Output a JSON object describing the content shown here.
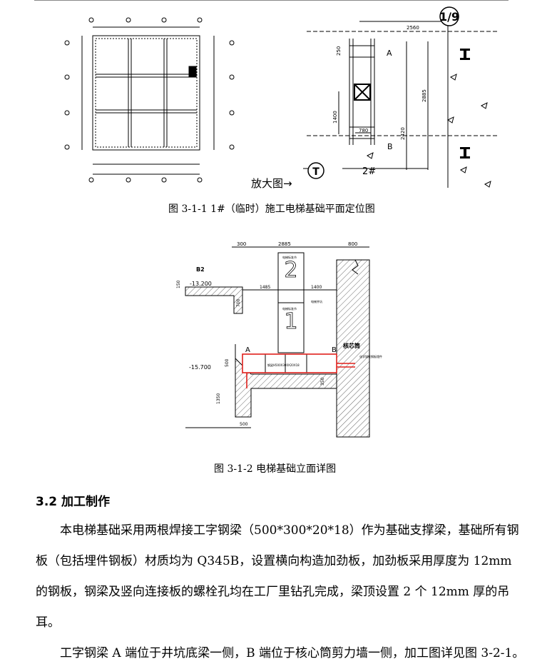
{
  "figure1": {
    "caption": "图 3-1-1 1#（临时）施工电梯基础平面定位图",
    "grid_label": "1/9",
    "dim_top": "2560",
    "dim_250": "250",
    "dim_1400": "1400",
    "dim_780": "780",
    "dim_2885": "2885",
    "dim_2420": "2420",
    "label_a": "A",
    "label_b": "B",
    "enlarge_label": "放大图→",
    "circle_label": "T",
    "elevator_label": "2#"
  },
  "figure2": {
    "caption": "图 3-1-2 电梯基础立面详图",
    "dim_300": "300",
    "dim_2885": "2885",
    "dim_800": "800",
    "label_b2": "B2",
    "elev_top": "-13.200",
    "dim_150": "150",
    "dim_700": "700",
    "dim_1485": "1485",
    "dim_1400": "1400",
    "cage_small": "电梯标准节",
    "cage2_num": "2",
    "cage1_num": "1",
    "shaft_label": "电梯井坑",
    "label_a": "A",
    "label_b": "B",
    "core_label": "核芯筒",
    "beam_label": "钢梁H500X300X20X18",
    "embed_label": "化学锚栓钢板埋件",
    "elev_low": "-15.700",
    "dim_500a": "500",
    "dim_1350": "1350",
    "dim_350": "350",
    "dim_500b": "500"
  },
  "section": {
    "heading": "3.2 加工制作",
    "paragraphs": [
      "本电梯基础采用两根焊接工字钢梁（500*300*20*18）作为基础支撑梁，基础所有钢",
      "板（包括埋件钢板）材质均为 Q345B，设置横向构造加劲板，加劲板采用厚度为 12mm",
      "的钢板，钢梁及竖向连接板的螺栓孔均在工厂里钻孔完成，梁顶设置 2 个 12mm 厚的吊",
      "耳。",
      "工字钢梁 A 端位于井坑底梁一侧，B 端位于核心筒剪力墙一侧，加工图详见图 3-2-1。"
    ]
  },
  "colors": {
    "ink": "#000000",
    "red": "#e0201c",
    "grid": "#555555"
  }
}
